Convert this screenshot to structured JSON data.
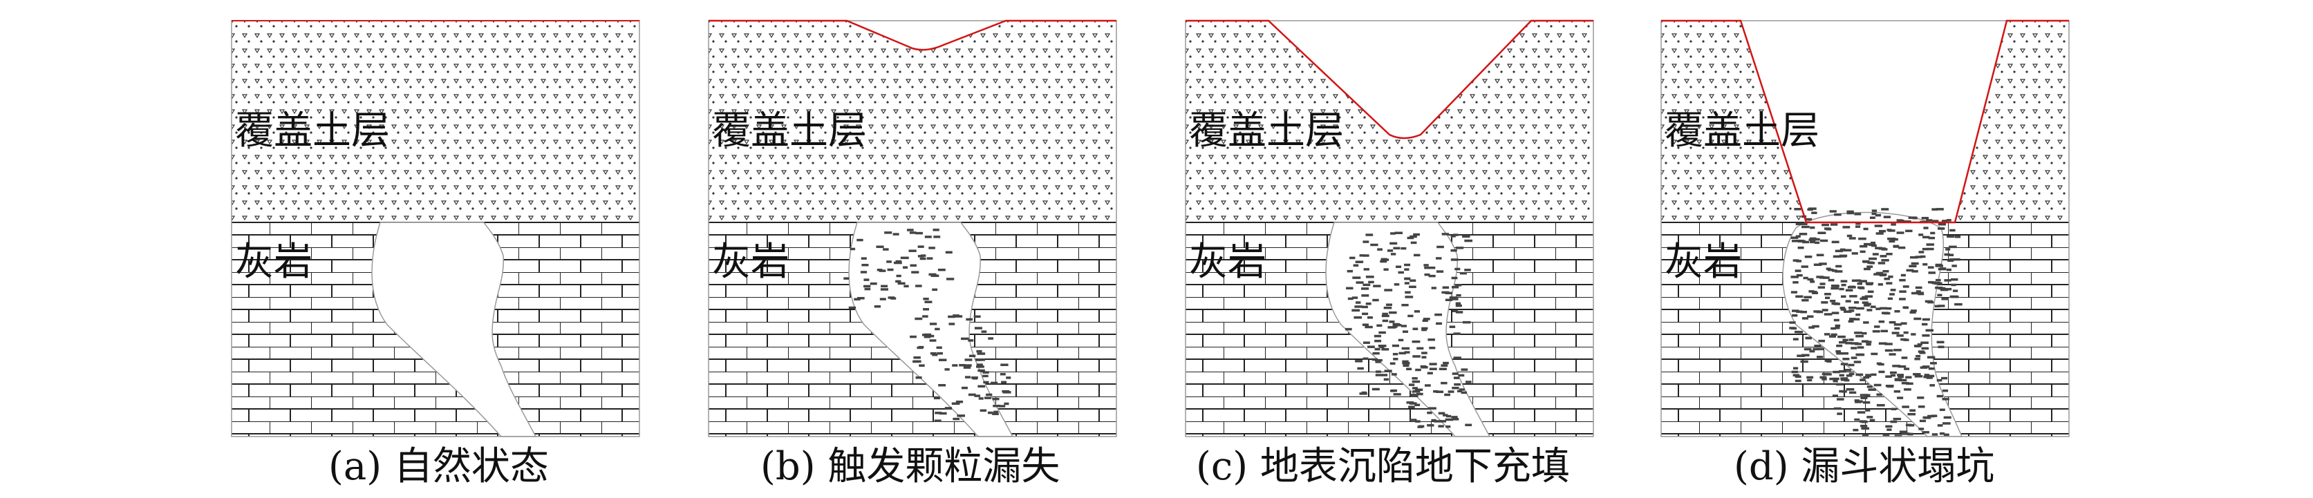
{
  "colors": {
    "outline": "#999999",
    "pattern": "#333333",
    "particles": "#444444",
    "surface_line": "#d21414",
    "text": "#111111"
  },
  "panels": [
    {
      "layer_soil": "覆盖土层",
      "layer_rock": "灰岩",
      "caption": "(a) 自然状态"
    },
    {
      "layer_soil": "覆盖土层",
      "layer_rock": "灰岩",
      "caption": "(b) 触发颗粒漏失"
    },
    {
      "layer_soil": "覆盖土层",
      "layer_rock": "灰岩",
      "caption": "(c) 地表沉陷地下充填"
    },
    {
      "layer_soil": "覆盖土层",
      "layer_rock": "灰岩",
      "caption": "(d) 漏斗状塌坑"
    }
  ]
}
